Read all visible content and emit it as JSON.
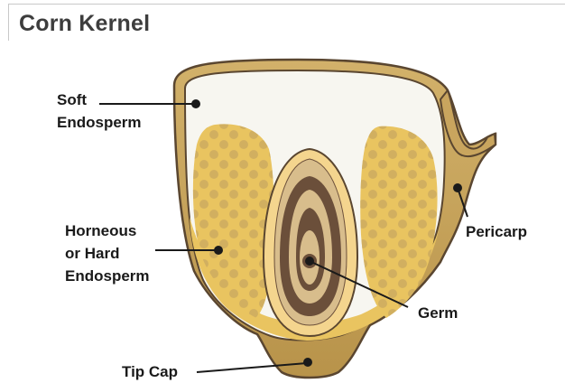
{
  "title": "Corn Kernel",
  "labels": {
    "soft_endosperm": [
      "Soft",
      "Endosperm"
    ],
    "horneous": [
      "Horneous",
      "or Hard",
      "Endosperm"
    ],
    "pericarp": "Pericarp",
    "germ": "Germ",
    "tip_cap": "Tip Cap"
  },
  "colors": {
    "pericarp": "#c9a55e",
    "pericarp_outline": "#5a4630",
    "soft_endosperm": "#f7f6f0",
    "hard_endosperm": "#e9c460",
    "hard_endosperm_dots": "#c9a860",
    "germ_outer": "#f4d58e",
    "germ_ring_dark": "#6b4f3a",
    "germ_ring_light": "#d8bd8c"
  }
}
